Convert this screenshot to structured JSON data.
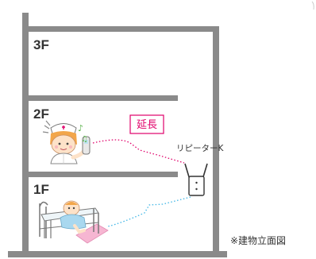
{
  "floors": [
    {
      "label": "3F"
    },
    {
      "label": "2F"
    },
    {
      "label": "1F"
    }
  ],
  "repeater": {
    "label": "リピーターK"
  },
  "extend_badge": {
    "label": "延長",
    "color": "#e0006a"
  },
  "caption": "※建物立面図",
  "colors": {
    "wall": "#8a8a8a",
    "signal_from_nurse": "#e0006a",
    "signal_to_patient": "#3fb6e6"
  },
  "icons": {
    "nurse": "nurse-with-call-receiver-icon",
    "patient": "patient-in-bed-icon",
    "repeater": "repeater-device-icon",
    "music_note": "music-note-icon"
  }
}
